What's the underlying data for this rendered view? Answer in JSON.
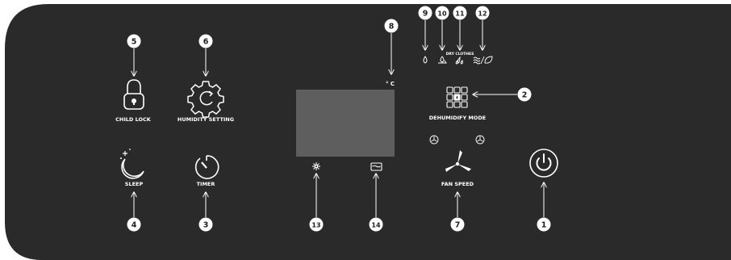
{
  "panel": {
    "background": "#2a2a2a",
    "foreground": "#ffffff",
    "screen_color": "#5e5e5e"
  },
  "labels": {
    "child_lock": "CHILD LOCK",
    "humidity_setting": "HUMIDITY SETTING",
    "sleep": "SLEEP",
    "timer": "TIMER",
    "dehumidify_mode": "DEHUMIDIFY MODE",
    "fan_speed": "FAN SPEED",
    "dry_clothes": "DRY CLOTHES",
    "celsius": "° C"
  },
  "callouts": {
    "power": "1",
    "dehumidify_mode": "2",
    "timer": "3",
    "sleep": "4",
    "child_lock": "5",
    "humidity_setting": "6",
    "fan_speed": "7",
    "celsius": "8",
    "mode_1": "9",
    "mode_2": "10",
    "mode_3": "11",
    "mode_4": "12",
    "defrost": "13",
    "water_tank": "14"
  },
  "icons": {
    "child_lock": "lock-icon",
    "humidity_setting": "gear-icon",
    "sleep": "moon-icon",
    "timer": "timer-icon",
    "dehumidify_mode": "grid-icon",
    "fan_speed": "fan-icon",
    "power": "power-icon",
    "defrost": "snowflake-icon",
    "water_tank": "water-tank-icon"
  }
}
